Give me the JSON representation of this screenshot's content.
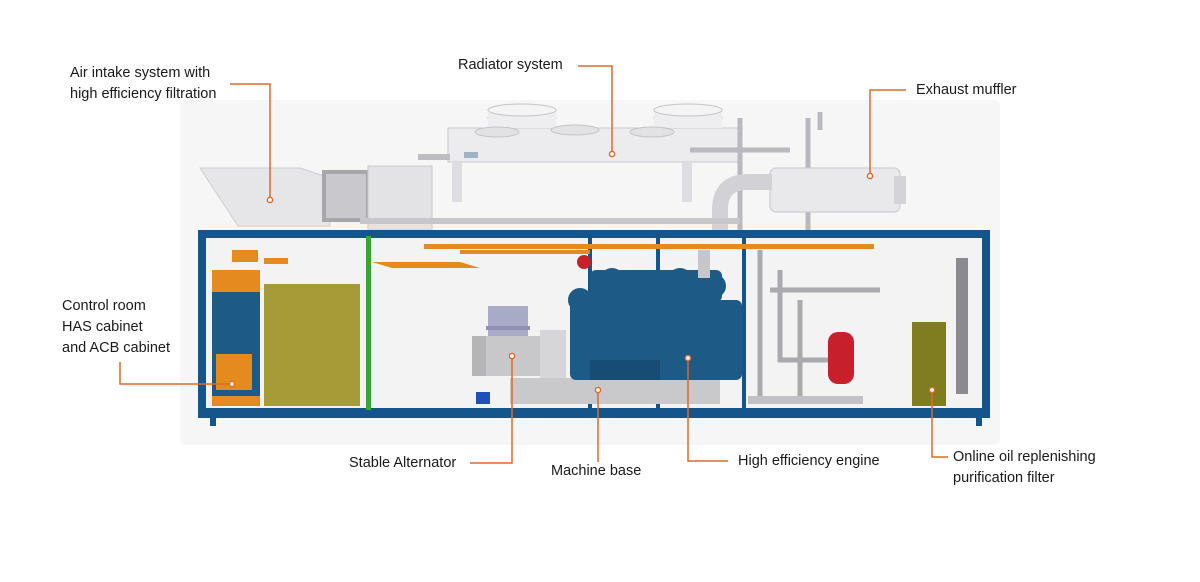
{
  "colors": {
    "leader": "#e0692a",
    "frame": "#15558c",
    "engine": "#1d5a86",
    "orange": "#e58a1f",
    "olive": "#a59b37",
    "cabinet": "#f0f0f0",
    "tank_red": "#c8202a",
    "filter_green": "#7f7d1f"
  },
  "callouts": {
    "air_intake": {
      "lines": [
        "Air intake system with",
        "high efficiency filtration"
      ]
    },
    "radiator": {
      "lines": [
        "Radiator system"
      ]
    },
    "exhaust": {
      "lines": [
        "Exhaust muffler"
      ]
    },
    "control_room": {
      "lines": [
        "Control room",
        "HAS cabinet",
        "and ACB cabinet"
      ]
    },
    "alternator": {
      "lines": [
        "Stable Alternator"
      ]
    },
    "machine_base": {
      "lines": [
        "Machine base"
      ]
    },
    "engine": {
      "lines": [
        "High efficiency engine"
      ]
    },
    "oil_filter": {
      "lines": [
        "Online oil replenishing",
        "purification filter"
      ]
    }
  }
}
